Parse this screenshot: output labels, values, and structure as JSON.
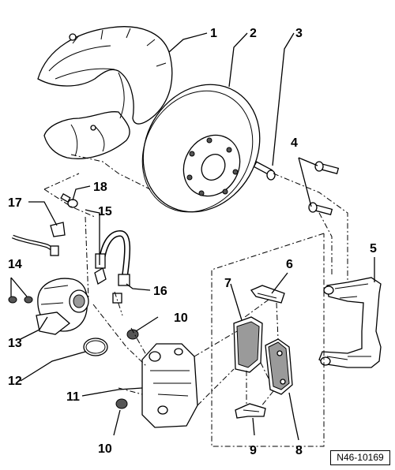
{
  "reference_code": "N46-10169",
  "callouts": {
    "c1": "1",
    "c2": "2",
    "c3": "3",
    "c4": "4",
    "c5": "5",
    "c6": "6",
    "c7": "7",
    "c8": "8",
    "c9": "9",
    "c10a": "10",
    "c10b": "10",
    "c11": "11",
    "c12": "12",
    "c13": "13",
    "c14": "14",
    "c15": "15",
    "c16": "16",
    "c17": "17",
    "c18": "18"
  }
}
